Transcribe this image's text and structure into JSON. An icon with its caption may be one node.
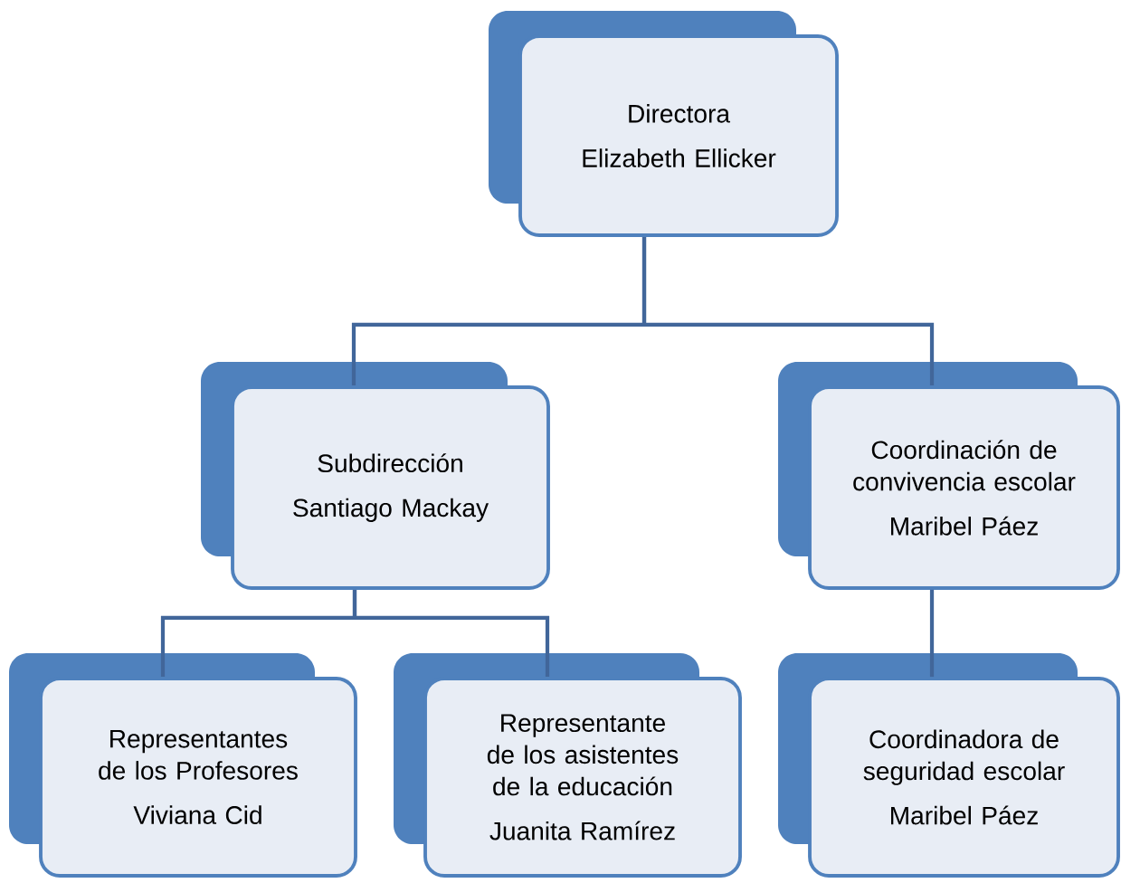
{
  "diagram": {
    "nodes": [
      {
        "text": [
          "Directora",
          "Elizabeth Ellicker"
        ]
      },
      {
        "text": [
          "Subdirección",
          "Santiago Mackay"
        ]
      },
      {
        "text": [
          "Coordinación de convivencia escolar",
          "Maribel Páez"
        ]
      },
      {
        "text": [
          "Representantes de los Profesores",
          "Viviana Cid"
        ]
      },
      {
        "text": [
          "Representante de los asistentes de la educación",
          "Juanita Ramírez"
        ]
      },
      {
        "text": [
          "Coordinadora de seguridad escolar",
          "Maribel Páez"
        ]
      }
    ],
    "edges": [
      {
        "from": 0,
        "to": 1,
        "arrow": "none"
      },
      {
        "from": 0,
        "to": 2,
        "arrow": "none"
      },
      {
        "from": 1,
        "to": 3,
        "arrow": "none"
      },
      {
        "from": 1,
        "to": 4,
        "arrow": "none"
      },
      {
        "from": 2,
        "to": 5,
        "arrow": "none"
      }
    ]
  }
}
